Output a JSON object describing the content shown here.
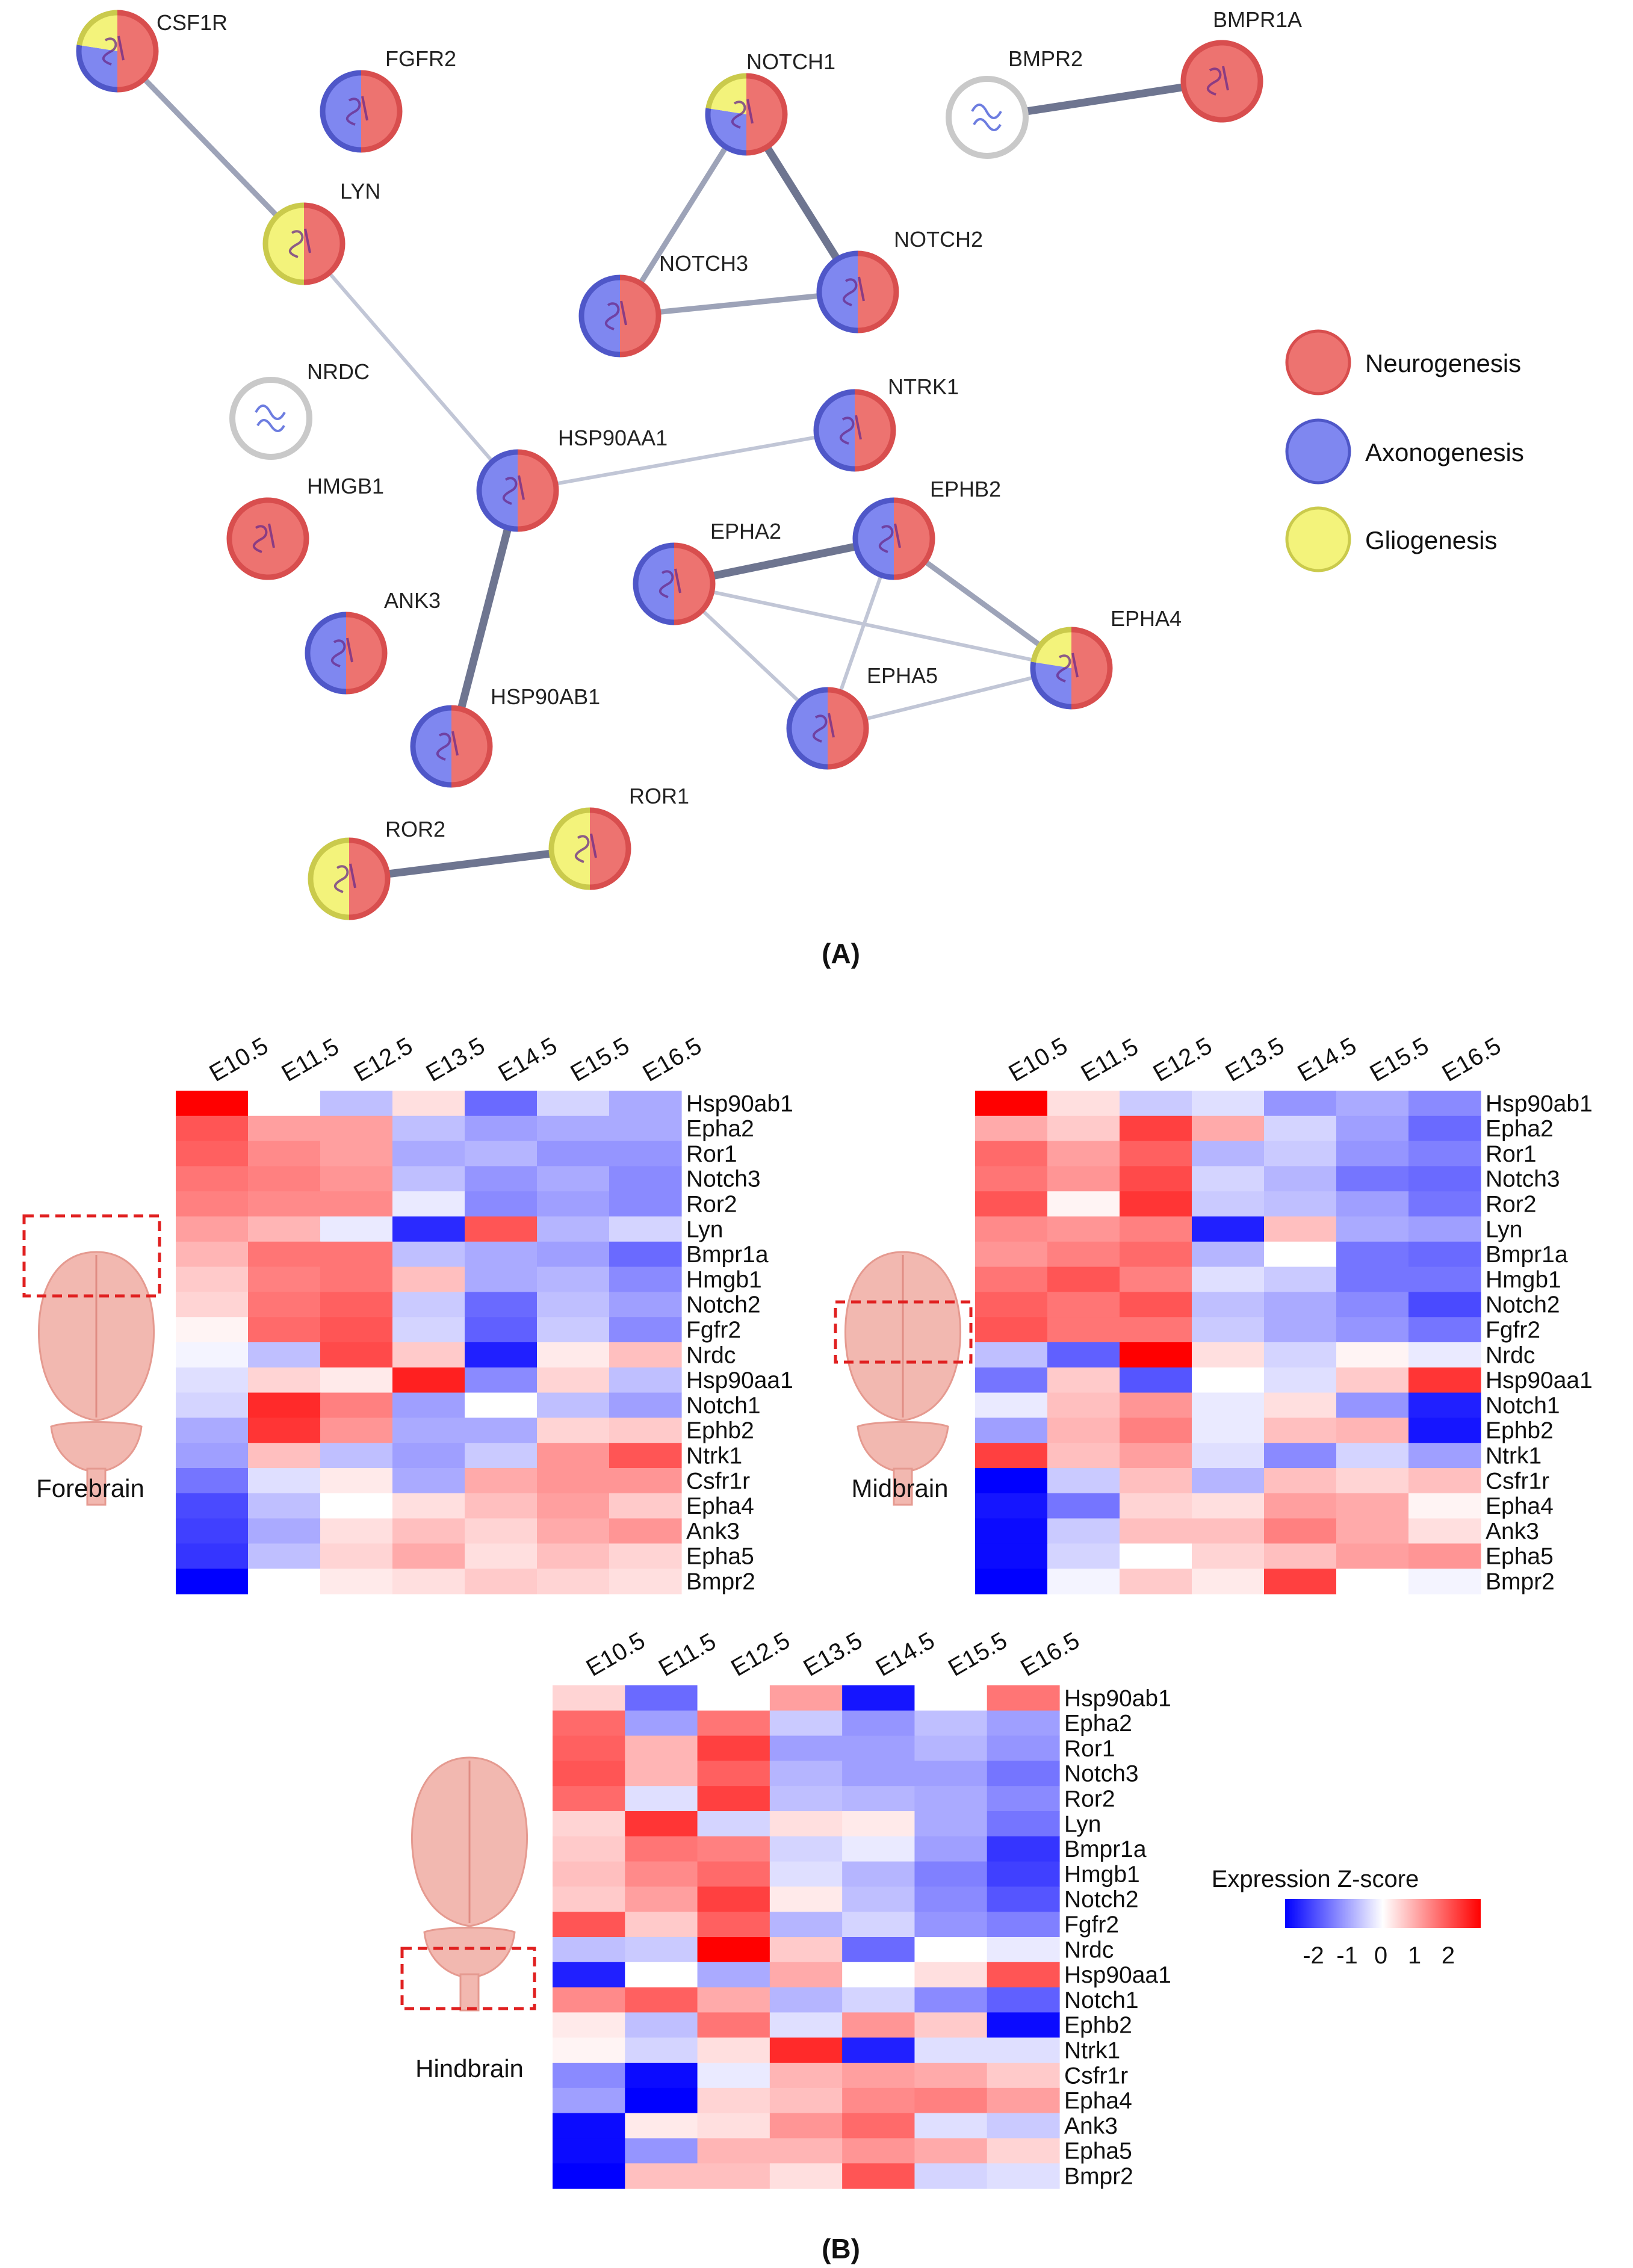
{
  "panel_a": {
    "label": "(A)",
    "legend": [
      {
        "label": "Neurogenesis",
        "color": "#ed7370"
      },
      {
        "label": "Axonogenesis",
        "color": "#7f87f0"
      },
      {
        "label": "Gliogenesis",
        "color": "#f3f37b"
      }
    ],
    "nodes": [
      {
        "id": "CSF1R",
        "label": "CSF1R",
        "categories": [
          "Neurogenesis",
          "Axonogenesis",
          "Gliogenesis"
        ]
      },
      {
        "id": "FGFR2",
        "label": "FGFR2",
        "categories": [
          "Neurogenesis",
          "Axonogenesis"
        ]
      },
      {
        "id": "NOTCH1",
        "label": "NOTCH1",
        "categories": [
          "Neurogenesis",
          "Axonogenesis",
          "Gliogenesis"
        ]
      },
      {
        "id": "BMPR2",
        "label": "BMPR2",
        "categories": []
      },
      {
        "id": "BMPR1A",
        "label": "BMPR1A",
        "categories": [
          "Neurogenesis"
        ]
      },
      {
        "id": "LYN",
        "label": "LYN",
        "categories": [
          "Neurogenesis",
          "Gliogenesis"
        ]
      },
      {
        "id": "NOTCH3",
        "label": "NOTCH3",
        "categories": [
          "Neurogenesis",
          "Axonogenesis"
        ]
      },
      {
        "id": "NOTCH2",
        "label": "NOTCH2",
        "categories": [
          "Neurogenesis",
          "Axonogenesis"
        ]
      },
      {
        "id": "NRDC",
        "label": "NRDC",
        "categories": []
      },
      {
        "id": "NTRK1",
        "label": "NTRK1",
        "categories": [
          "Neurogenesis",
          "Axonogenesis"
        ]
      },
      {
        "id": "HSP90AA1",
        "label": "HSP90AA1",
        "categories": [
          "Neurogenesis",
          "Axonogenesis"
        ]
      },
      {
        "id": "HMGB1",
        "label": "HMGB1",
        "categories": [
          "Neurogenesis"
        ]
      },
      {
        "id": "EPHB2",
        "label": "EPHB2",
        "categories": [
          "Neurogenesis",
          "Axonogenesis"
        ]
      },
      {
        "id": "EPHA2",
        "label": "EPHA2",
        "categories": [
          "Neurogenesis",
          "Axonogenesis"
        ]
      },
      {
        "id": "ANK3",
        "label": "ANK3",
        "categories": [
          "Neurogenesis",
          "Axonogenesis"
        ]
      },
      {
        "id": "EPHA4",
        "label": "EPHA4",
        "categories": [
          "Neurogenesis",
          "Axonogenesis",
          "Gliogenesis"
        ]
      },
      {
        "id": "EPHA5",
        "label": "EPHA5",
        "categories": [
          "Neurogenesis",
          "Axonogenesis"
        ]
      },
      {
        "id": "HSP90AB1",
        "label": "HSP90AB1",
        "categories": [
          "Neurogenesis",
          "Axonogenesis"
        ]
      },
      {
        "id": "ROR1",
        "label": "ROR1",
        "categories": [
          "Neurogenesis",
          "Gliogenesis"
        ]
      },
      {
        "id": "ROR2",
        "label": "ROR2",
        "categories": [
          "Neurogenesis",
          "Gliogenesis"
        ]
      }
    ],
    "edges": [
      {
        "from": "CSF1R",
        "to": "LYN",
        "strength": "medium"
      },
      {
        "from": "LYN",
        "to": "HSP90AA1",
        "strength": "weak"
      },
      {
        "from": "NOTCH1",
        "to": "NOTCH2",
        "strength": "strong"
      },
      {
        "from": "NOTCH1",
        "to": "NOTCH3",
        "strength": "medium"
      },
      {
        "from": "NOTCH3",
        "to": "NOTCH2",
        "strength": "medium"
      },
      {
        "from": "BMPR2",
        "to": "BMPR1A",
        "strength": "strong"
      },
      {
        "from": "HSP90AA1",
        "to": "NTRK1",
        "strength": "weak"
      },
      {
        "from": "HSP90AA1",
        "to": "HSP90AB1",
        "strength": "strong"
      },
      {
        "from": "EPHA2",
        "to": "EPHB2",
        "strength": "strong"
      },
      {
        "from": "EPHA2",
        "to": "EPHA4",
        "strength": "weak"
      },
      {
        "from": "EPHA2",
        "to": "EPHA5",
        "strength": "weak"
      },
      {
        "from": "EPHB2",
        "to": "EPHA4",
        "strength": "medium"
      },
      {
        "from": "EPHB2",
        "to": "EPHA5",
        "strength": "weak"
      },
      {
        "from": "EPHA5",
        "to": "EPHA4",
        "strength": "weak"
      },
      {
        "from": "ROR2",
        "to": "ROR1",
        "strength": "strong"
      }
    ]
  },
  "panel_b": {
    "label": "(B)",
    "colorbar": {
      "title": "Expression Z-score",
      "ticks": [
        "-2",
        "-1",
        "0",
        "1",
        "2"
      ]
    }
  },
  "chart_data": [
    {
      "type": "heatmap",
      "title": "Forebrain",
      "x": [
        "E10.5",
        "E11.5",
        "E12.5",
        "E13.5",
        "E14.5",
        "E15.5",
        "E16.5"
      ],
      "y": [
        "Hsp90ab1",
        "Epha2",
        "Ror1",
        "Notch3",
        "Ror2",
        "Lyn",
        "Bmpr1a",
        "Hmgb1",
        "Notch2",
        "Fgfr2",
        "Nrdc",
        "Hsp90aa1",
        "Notch1",
        "Ephb2",
        "Ntrk1",
        "Csfr1r",
        "Epha4",
        "Ank3",
        "Epha5",
        "Bmpr2"
      ],
      "z_range": [
        -2.4,
        2.4
      ],
      "values": [
        [
          2.4,
          0.0,
          -0.6,
          0.3,
          -1.4,
          -0.4,
          -0.8
        ],
        [
          1.6,
          0.9,
          0.9,
          -0.6,
          -0.9,
          -0.8,
          -0.8
        ],
        [
          1.5,
          1.1,
          0.9,
          -0.8,
          -0.7,
          -1.0,
          -1.0
        ],
        [
          1.3,
          1.2,
          1.0,
          -0.6,
          -1.0,
          -0.8,
          -1.1
        ],
        [
          1.2,
          1.1,
          1.1,
          -0.2,
          -1.1,
          -0.9,
          -1.1
        ],
        [
          0.9,
          0.7,
          -0.2,
          -2.0,
          1.6,
          -0.7,
          -0.4
        ],
        [
          0.7,
          1.3,
          1.3,
          -0.6,
          -0.8,
          -0.9,
          -1.4
        ],
        [
          0.5,
          1.2,
          1.3,
          0.6,
          -0.8,
          -0.7,
          -1.1
        ],
        [
          0.4,
          1.3,
          1.5,
          -0.5,
          -1.4,
          -0.6,
          -0.9
        ],
        [
          0.1,
          1.4,
          1.6,
          -0.4,
          -1.5,
          -0.5,
          -1.1
        ],
        [
          -0.1,
          -0.6,
          1.7,
          0.5,
          -2.1,
          0.2,
          0.6
        ],
        [
          -0.3,
          0.4,
          0.2,
          2.1,
          -1.1,
          0.4,
          -0.6
        ],
        [
          -0.4,
          2.0,
          1.2,
          -0.9,
          0.0,
          -0.6,
          -0.9
        ],
        [
          -0.8,
          1.9,
          1.0,
          -0.8,
          -0.8,
          0.4,
          0.5
        ],
        [
          -0.9,
          0.6,
          -0.6,
          -0.9,
          -0.5,
          1.0,
          1.6
        ],
        [
          -1.3,
          -0.3,
          0.2,
          -0.8,
          0.8,
          1.0,
          1.0
        ],
        [
          -1.7,
          -0.6,
          0.0,
          0.3,
          0.6,
          0.9,
          0.5
        ],
        [
          -1.8,
          -0.8,
          0.3,
          0.6,
          0.4,
          0.8,
          1.0
        ],
        [
          -1.9,
          -0.6,
          0.4,
          0.8,
          0.3,
          0.6,
          0.4
        ],
        [
          -2.4,
          0.0,
          0.2,
          0.3,
          0.5,
          0.4,
          0.3
        ]
      ]
    },
    {
      "type": "heatmap",
      "title": "Midbrain",
      "x": [
        "E10.5",
        "E11.5",
        "E12.5",
        "E13.5",
        "E14.5",
        "E15.5",
        "E16.5"
      ],
      "y": [
        "Hsp90ab1",
        "Epha2",
        "Ror1",
        "Notch3",
        "Ror2",
        "Lyn",
        "Bmpr1a",
        "Hmgb1",
        "Notch2",
        "Fgfr2",
        "Nrdc",
        "Hsp90aa1",
        "Notch1",
        "Ephb2",
        "Ntrk1",
        "Csfr1r",
        "Epha4",
        "Ank3",
        "Epha5",
        "Bmpr2"
      ],
      "z_range": [
        -2.4,
        2.4
      ],
      "values": [
        [
          2.4,
          0.3,
          -0.5,
          -0.3,
          -1.0,
          -0.8,
          -1.1
        ],
        [
          0.8,
          0.5,
          1.8,
          0.8,
          -0.4,
          -0.9,
          -1.4
        ],
        [
          1.4,
          0.9,
          1.5,
          -0.7,
          -0.5,
          -1.0,
          -1.2
        ],
        [
          1.3,
          1.0,
          1.7,
          -0.4,
          -0.7,
          -1.3,
          -1.4
        ],
        [
          1.6,
          0.1,
          1.9,
          -0.5,
          -0.6,
          -0.9,
          -1.3
        ],
        [
          1.1,
          1.0,
          1.2,
          -2.1,
          0.6,
          -0.8,
          -0.9
        ],
        [
          1.0,
          1.2,
          1.4,
          -0.7,
          0.0,
          -1.3,
          -1.4
        ],
        [
          1.3,
          1.6,
          1.2,
          -0.3,
          -0.5,
          -1.3,
          -1.3
        ],
        [
          1.5,
          1.3,
          1.6,
          -0.6,
          -0.8,
          -1.1,
          -1.7
        ],
        [
          1.6,
          1.3,
          1.3,
          -0.5,
          -0.8,
          -1.0,
          -1.3
        ],
        [
          -0.6,
          -1.5,
          2.4,
          0.3,
          -0.4,
          0.1,
          -0.2
        ],
        [
          -1.3,
          0.5,
          -1.6,
          0.0,
          -0.3,
          0.5,
          1.9
        ],
        [
          -0.2,
          0.6,
          1.0,
          -0.2,
          0.3,
          -1.0,
          -2.1
        ],
        [
          -0.9,
          0.7,
          1.2,
          -0.2,
          0.6,
          0.7,
          -2.2
        ],
        [
          1.8,
          0.6,
          0.9,
          -0.3,
          -1.1,
          -0.4,
          -0.9
        ],
        [
          -2.4,
          -0.5,
          0.6,
          -0.7,
          0.6,
          0.4,
          0.6
        ],
        [
          -2.2,
          -1.3,
          0.4,
          0.3,
          0.9,
          0.8,
          0.1
        ],
        [
          -2.3,
          -0.5,
          0.6,
          0.6,
          1.2,
          0.8,
          0.3
        ],
        [
          -2.3,
          -0.4,
          0.0,
          0.4,
          0.6,
          0.9,
          1.0
        ],
        [
          -2.4,
          -0.1,
          0.5,
          0.2,
          1.8,
          0.0,
          -0.1
        ]
      ]
    },
    {
      "type": "heatmap",
      "title": "Hindbrain",
      "x": [
        "E10.5",
        "E11.5",
        "E12.5",
        "E13.5",
        "E14.5",
        "E15.5",
        "E16.5"
      ],
      "y": [
        "Hsp90ab1",
        "Epha2",
        "Ror1",
        "Notch3",
        "Ror2",
        "Lyn",
        "Bmpr1a",
        "Hmgb1",
        "Notch2",
        "Fgfr2",
        "Nrdc",
        "Hsp90aa1",
        "Notch1",
        "Ephb2",
        "Ntrk1",
        "Csfr1r",
        "Epha4",
        "Ank3",
        "Epha5",
        "Bmpr2"
      ],
      "z_range": [
        -2.4,
        2.4
      ],
      "values": [
        [
          0.4,
          -1.4,
          0.0,
          0.9,
          -2.2,
          0.0,
          1.3
        ],
        [
          1.4,
          -0.9,
          1.3,
          -0.5,
          -1.0,
          -0.6,
          -0.9
        ],
        [
          1.5,
          0.7,
          1.8,
          -0.9,
          -0.9,
          -0.7,
          -1.0
        ],
        [
          1.6,
          0.7,
          1.5,
          -0.7,
          -0.9,
          -0.9,
          -1.3
        ],
        [
          1.4,
          -0.3,
          1.8,
          -0.6,
          -0.7,
          -0.8,
          -1.1
        ],
        [
          0.4,
          1.9,
          -0.4,
          0.3,
          0.2,
          -0.8,
          -1.3
        ],
        [
          0.5,
          1.3,
          1.2,
          -0.4,
          -0.2,
          -0.9,
          -1.9
        ],
        [
          0.6,
          1.1,
          1.4,
          -0.3,
          -0.7,
          -1.2,
          -1.8
        ],
        [
          0.5,
          0.9,
          1.8,
          0.2,
          -0.6,
          -1.1,
          -1.6
        ],
        [
          1.6,
          0.5,
          1.5,
          -0.7,
          -0.4,
          -1.0,
          -1.2
        ],
        [
          -0.6,
          -0.5,
          2.4,
          0.5,
          -1.4,
          0.0,
          -0.2
        ],
        [
          -2.1,
          0.0,
          -0.8,
          0.8,
          0.0,
          0.3,
          1.6
        ],
        [
          1.1,
          1.5,
          0.8,
          -0.7,
          -0.4,
          -1.1,
          -1.5
        ],
        [
          0.2,
          -0.6,
          1.3,
          -0.3,
          1.0,
          0.5,
          -2.3
        ],
        [
          0.1,
          -0.4,
          0.3,
          2.0,
          -2.1,
          -0.3,
          -0.3
        ],
        [
          -1.1,
          -2.3,
          -0.2,
          0.7,
          0.9,
          0.8,
          0.5
        ],
        [
          -0.9,
          -2.4,
          0.4,
          0.6,
          1.1,
          1.2,
          0.9
        ],
        [
          -2.3,
          0.2,
          0.3,
          1.0,
          1.4,
          -0.3,
          -0.5
        ],
        [
          -2.3,
          -1.0,
          0.7,
          0.7,
          1.0,
          0.8,
          0.4
        ],
        [
          -2.4,
          0.6,
          0.6,
          0.3,
          1.6,
          -0.4,
          -0.3
        ]
      ]
    }
  ]
}
